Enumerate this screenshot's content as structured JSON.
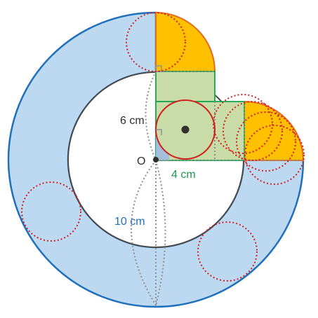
{
  "labels": {
    "height_top": "6 cm",
    "origin": "O",
    "square_side": "4 cm",
    "outer_radius": "10 cm"
  },
  "colors": {
    "ring_fill": "#bcd9f1",
    "ring_stroke": "#1f6fbd",
    "inner_stroke": "#4a4a4a",
    "square_fill": "#c9dba6",
    "square_stroke": "#17a64a",
    "orange_fill": "#ffc000",
    "orange_stroke": "#e36b1c",
    "dotted_red": "#d11f1f",
    "dotted_gray": "#8f8f8f",
    "main_circle_stroke": "#d11f1f",
    "label_dark": "#2f2f2f",
    "label_green": "#1d9a4f",
    "label_blue": "#1f6fbd"
  }
}
